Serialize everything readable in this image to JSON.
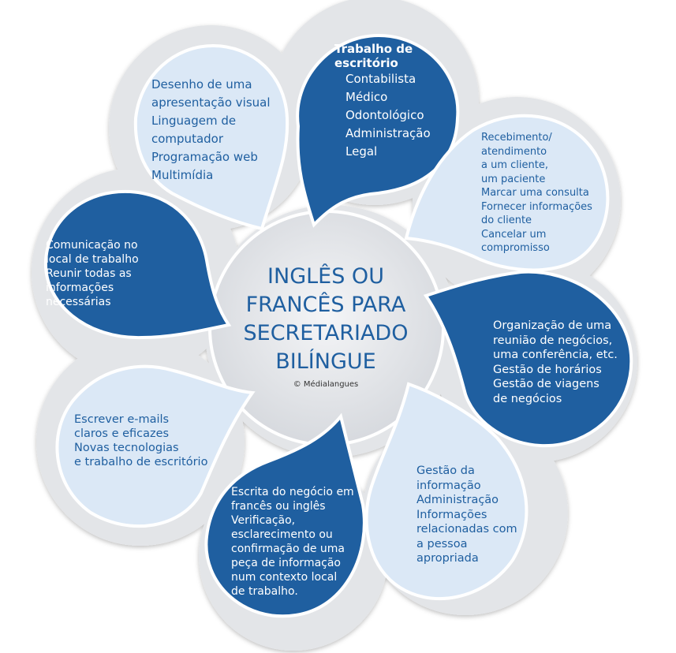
{
  "center": {
    "title_lines": [
      "INGLÊS OU",
      "FRANCÊS PARA",
      "SECRETARIADO",
      "BILÍNGUE"
    ],
    "copyright": "© Médialangues"
  },
  "bubbles": {
    "top": {
      "heading": [
        "Trabalho de",
        "escritório"
      ],
      "items": [
        "Contabilista",
        "Médico",
        "Odontológico",
        "Administração",
        "Legal"
      ]
    },
    "top_right": {
      "lines": [
        "Recebimento/",
        "atendimento",
        "a um cliente,",
        "um paciente",
        "Marcar uma consulta",
        "Fornecer informações",
        "do cliente",
        "Cancelar um",
        "compromisso"
      ]
    },
    "right": {
      "lines": [
        "Organização de uma",
        "reunião de negócios,",
        "uma conferência, etc.",
        "Gestão de horários",
        "Gestão de viagens",
        "de negócios"
      ]
    },
    "bottom_right": {
      "lines": [
        "Gestão da",
        "informação",
        "Administração",
        "Informações",
        "relacionadas com",
        "a pessoa",
        "apropriada"
      ]
    },
    "bottom": {
      "lines": [
        "Escrita do negócio em",
        "francês ou inglês",
        "Verificação,",
        "esclarecimento ou",
        "confirmação de uma",
        "peça de informação",
        "num contexto local",
        "de trabalho."
      ]
    },
    "bottom_left": {
      "lines": [
        "Escrever e-mails",
        "claros e eficazes",
        "Novas tecnologias",
        "e trabalho de escritório"
      ]
    },
    "left": {
      "lines": [
        "Comunicação no",
        "local de trabalho",
        "Reunir todas as",
        "informações",
        "necessárias"
      ]
    },
    "top_left": {
      "lines": [
        "Desenho de uma",
        "apresentação visual",
        "Linguagem de",
        "computador",
        "Programação web",
        "Multimídia"
      ]
    }
  },
  "colors": {
    "dark_blue": "#1f5fa0",
    "light_blue": "#dbe8f6",
    "border_grey": "#e4e6e9",
    "center_grey": "#e9ebee",
    "text_blue": "#1f5fa0"
  }
}
